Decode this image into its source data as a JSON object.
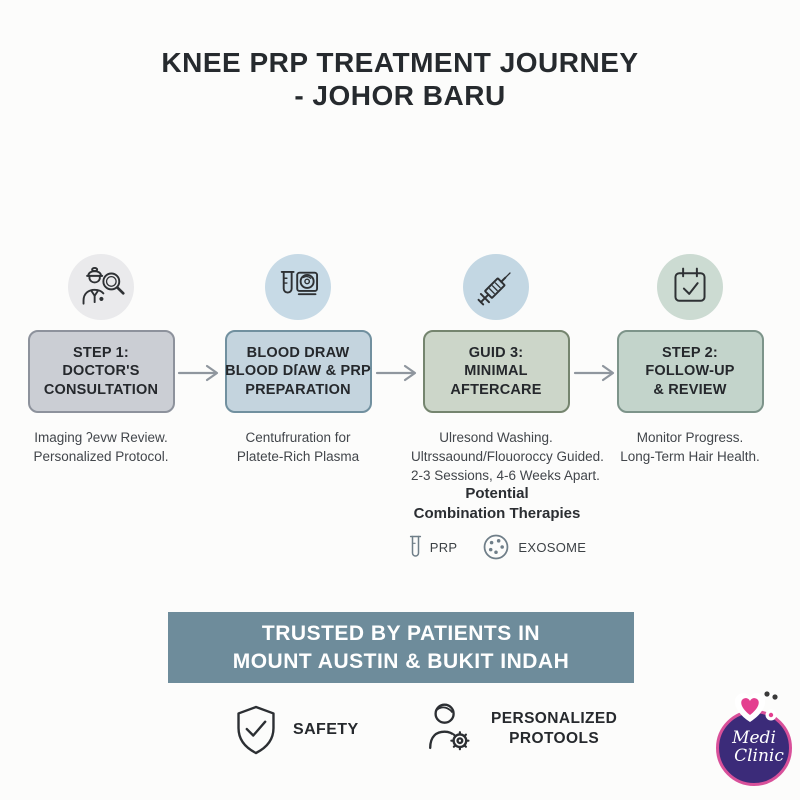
{
  "title": {
    "line1": "KNEE PRP TREATMENT JOURNEY",
    "line2": "- JOHOR BARU"
  },
  "steps": [
    {
      "icon": "doctor-magnifier-icon",
      "title": [
        "STEP 1:",
        "DOCTOR'S",
        "CONSULTATION"
      ],
      "desc": [
        "Imaging ʔevw Review.",
        "Personalized Protocol."
      ]
    },
    {
      "icon": "centrifuge-icon",
      "title": [
        "BLOOD DRAW",
        "BLOOD DſAW & PRP",
        "PREPARATION"
      ],
      "desc": [
        "Centufruration for",
        "Platete-Rich Plasma"
      ]
    },
    {
      "icon": "syringe-icon",
      "title": [
        "GUID 3:",
        "MINIMAL",
        "AFTERCARE"
      ],
      "desc": [
        "Ulresond Washing.",
        "Ultrssaound/Flouoroccy Guided.",
        "2-3 Sessions, 4-6 Weeks Apart."
      ]
    },
    {
      "icon": "calendar-check-icon",
      "title": [
        "STEP 2:",
        "FOLLOW-UP",
        "& REVIEW"
      ],
      "desc": [
        "Monitor Progress.",
        "Long-Term Hair Health."
      ]
    }
  ],
  "combination": {
    "heading": [
      "Potential",
      "Combination Therapies"
    ],
    "items": [
      {
        "icon": "test-tube-icon",
        "label": "PRP"
      },
      {
        "icon": "exosome-icon",
        "label": "EXOSOME"
      }
    ]
  },
  "banner": {
    "line1": "TRUSTED BY PATIENTS IN",
    "line2": "MOUNT AUSTIN & BUKIT INDAH"
  },
  "features": [
    {
      "icon": "shield-check-icon",
      "label": [
        "SAFETY"
      ]
    },
    {
      "icon": "person-gear-icon",
      "label": [
        "PERSONALIZED",
        "PROTOOLS"
      ]
    }
  ],
  "logo": {
    "name_line1": "Medi",
    "name_line2": "Clinic"
  },
  "colors": {
    "banner_bg": "#6e8c9b",
    "box1_bg": "#cbced4",
    "box1_border": "#8d929c",
    "box2_bg": "#c4d4de",
    "box2_border": "#71909f",
    "box3_bg": "#ccd6c9",
    "box3_border": "#75856f",
    "box4_bg": "#c3d4cb",
    "box4_border": "#7d948a",
    "circle1_bg": "#eaeaec",
    "circle2_bg": "#c7dae6",
    "circle3_bg": "#c3d7e3",
    "circle4_bg": "#ccdbd2",
    "logo_circle_bg": "#3b2b79",
    "logo_ring": "#d8509a",
    "arrow": "#8f969e",
    "icon_stroke": "#2e3134"
  }
}
